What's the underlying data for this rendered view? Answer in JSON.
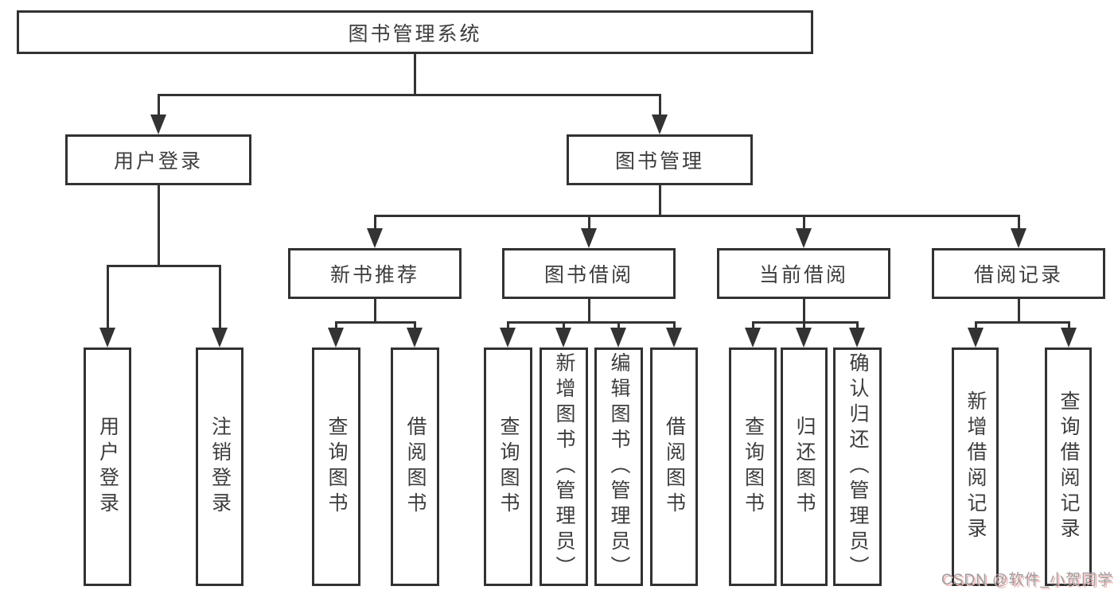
{
  "diagram": {
    "title_node": "图书管理系统",
    "nodes": {
      "root": "图书管理系统",
      "user_login": "用户登录",
      "book_mgmt": "图书管理",
      "new_book_rec": "新书推荐",
      "book_borrowing": "图书借阅",
      "current_borrowing": "当前借阅",
      "borrow_records": "借阅记录",
      "ul_user_login": "用户登录",
      "ul_logout": "注销登录",
      "nb_query_books": "查询图书",
      "nb_borrow_books": "借阅图书",
      "bb_query_books": "查询图书",
      "bb_add_books": "新增图书（管理员）",
      "bb_edit_books": "编辑图书（管理员）",
      "bb_borrow_books": "借阅图书",
      "cb_query_books": "查询图书",
      "cb_return_books": "归还图书",
      "cb_confirm_return": "确认归还（管理员）",
      "br_add_record": "新增借阅记录",
      "br_query_record": "查询借阅记录"
    },
    "hierarchy": {
      "图书管理系统": {
        "用户登录": [
          "用户登录",
          "注销登录"
        ],
        "图书管理": {
          "新书推荐": [
            "查询图书",
            "借阅图书"
          ],
          "图书借阅": [
            "查询图书",
            "新增图书（管理员）",
            "编辑图书（管理员）",
            "借阅图书"
          ],
          "当前借阅": [
            "查询图书",
            "归还图书",
            "确认归还（管理员）"
          ],
          "借阅记录": [
            "新增借阅记录",
            "查询借阅记录"
          ]
        }
      }
    },
    "colors": {
      "line": "#333333",
      "border": "#323232",
      "text": "#3d3d3d",
      "background": "#ffffff",
      "watermark_text": "#9e9e9e",
      "watermark_shadow": "#f2b8b8"
    }
  },
  "watermark": {
    "text": "CSDN @软件_小贺同学"
  }
}
